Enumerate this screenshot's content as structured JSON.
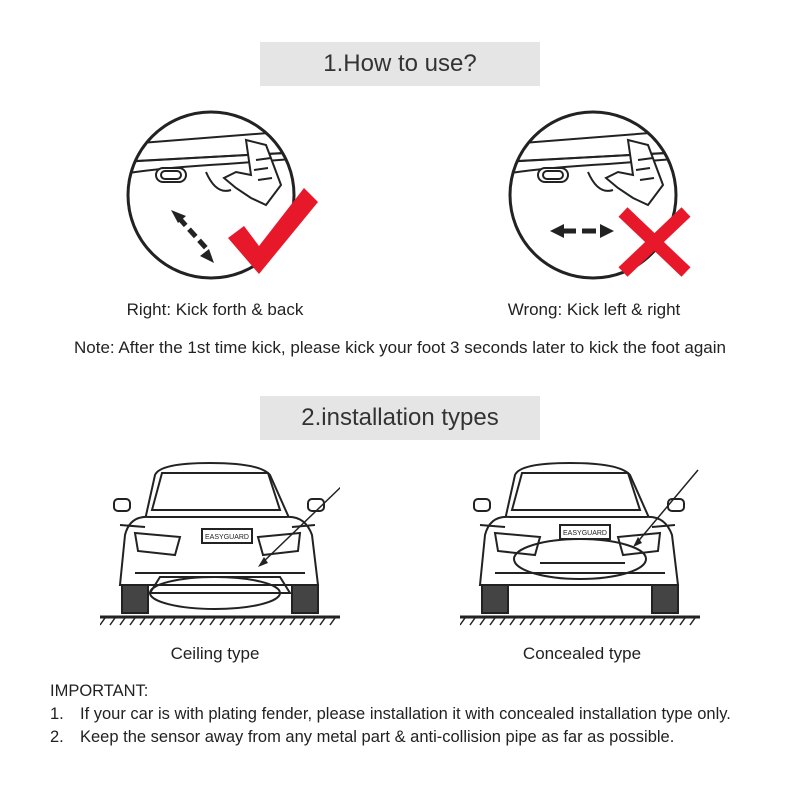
{
  "section1": {
    "title": "1.How to use?"
  },
  "usage": {
    "right_caption": "Right: Kick forth & back",
    "wrong_caption": "Wrong: Kick left & right",
    "note": "Note: After the 1st time kick, please kick your foot 3 seconds later to kick the foot again"
  },
  "section2": {
    "title": "2.installation types"
  },
  "installation": {
    "ceiling_caption": "Ceiling type",
    "concealed_caption": "Concealed type",
    "plate_text": "EASYGUARD"
  },
  "important": {
    "heading": "IMPORTANT:",
    "items": [
      {
        "num": "1.",
        "text": "If your car is with plating fender, please installation it with concealed installation type only."
      },
      {
        "num": "2.",
        "text": "Keep the sensor away from any metal part & anti-collision pipe as far as possible."
      }
    ]
  },
  "colors": {
    "check": "#e8182b",
    "cross": "#e8182b",
    "header_bg": "#e5e5e5"
  }
}
